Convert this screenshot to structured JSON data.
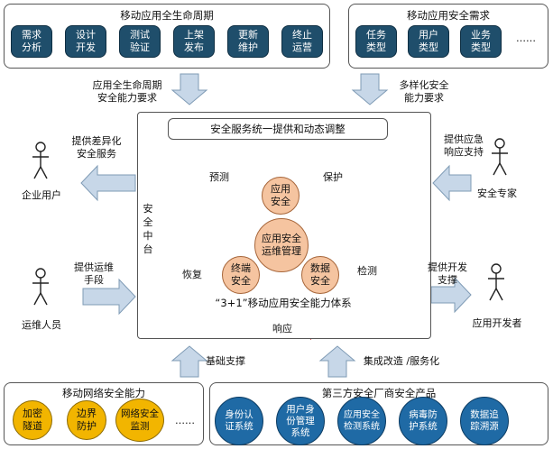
{
  "lifecycle": {
    "title": "移动应用全生命周期",
    "steps": [
      "需求\n分析",
      "设计\n开发",
      "测试\n验证",
      "上架\n发布",
      "更新\n维护",
      "终止\n运营"
    ]
  },
  "security_needs": {
    "title": "移动应用安全需求",
    "items": [
      "任务\n类型",
      "用户\n类型",
      "业务\n类型"
    ],
    "more": "……"
  },
  "arrow_labels": {
    "lifecycle_req": "应用全生命周期\n安全能力要求",
    "diverse_req": "多样化安全\n能力要求",
    "diff_service": "提供差异化\n安全服务",
    "ops_means": "提供运维\n手段",
    "emergency": "提供应急\n响应支持",
    "dev_support": "提供开发\n支撑",
    "base_support": "基础支撑",
    "integration": "集成改造 /服务化"
  },
  "actors": {
    "enterprise": "企业用户",
    "ops": "运维人员",
    "expert": "安全专家",
    "developer": "应用开发者"
  },
  "platform": {
    "banner": "安全服务统一提供和动态调整",
    "side_label": "安全\n中台",
    "cycle": [
      "预测",
      "保护",
      "检测",
      "响应",
      "恢复"
    ],
    "center": "应用安全\n运维管理",
    "top": "应用\n安全",
    "left": "终端\n安全",
    "right": "数据\n安全",
    "system": "“3+1”移动应用安全能力体系"
  },
  "network": {
    "title": "移动网络安全能力",
    "items": [
      "加密\n隧道",
      "边界\n防护",
      "网络安全\n监测"
    ],
    "more": "……"
  },
  "third_party": {
    "title": "第三方安全厂商安全产品",
    "items": [
      "身份认\n证系统",
      "用户身\n份管理\n系统",
      "应用安全\n检测系统",
      "病毒防\n护系统",
      "数据追\n踪溯源"
    ]
  },
  "colors": {
    "node_dark": "#1f4e6b",
    "arrow_fill": "#c7d7e8",
    "cycle_red": "#c0141b",
    "yellow": "#f2b500",
    "blue": "#1f6aa5",
    "orange": "#f5c4a0"
  }
}
